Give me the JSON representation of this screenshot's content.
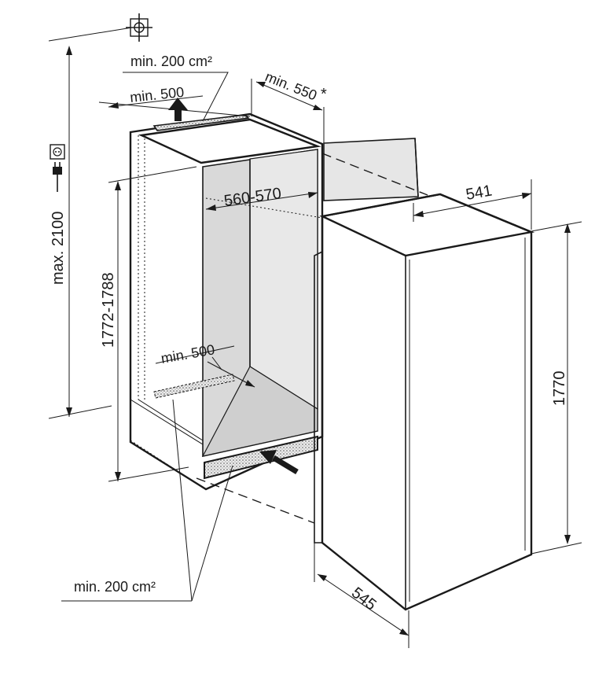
{
  "labels": {
    "max_height": "max. 2100",
    "niche_height": "1772-1788",
    "niche_width": "560-570",
    "top_vent_area": "min. 200 cm²",
    "top_depth": "min. 500",
    "rear_depth": "min. 550",
    "asterisk": "*",
    "bottom_depth": "min. 500",
    "bottom_vent_area": "min. 200 cm²",
    "appliance_width": "541",
    "appliance_height": "1770",
    "appliance_depth": "545"
  },
  "icons": [
    "level-crosshair-icon",
    "power-socket-icon",
    "power-plug-icon",
    "airflow-arrow-up-icon",
    "airflow-arrow-in-icon"
  ],
  "colors": {
    "line": "#1a1a1a",
    "niche_shade": "#d9d9d9",
    "door_shade": "#e6e6e6",
    "vent_fill": "#cfcfcf"
  }
}
